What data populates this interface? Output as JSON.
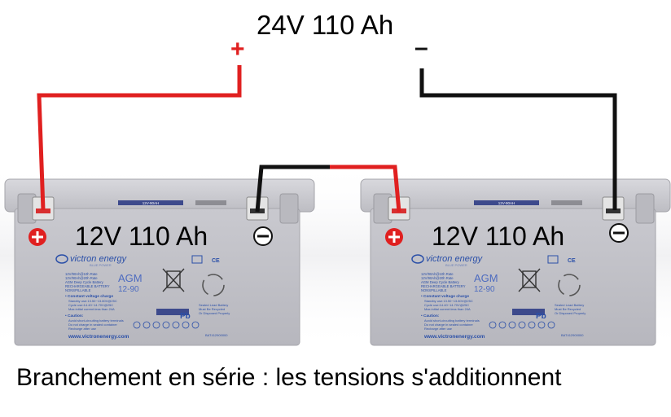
{
  "diagram": {
    "title": "24V 110 Ah",
    "plus_symbol": "+",
    "minus_symbol": "–",
    "caption": "Branchement en série : les tensions s'additionnent",
    "wire_colors": {
      "positive": "#e02020",
      "negative": "#111111"
    }
  },
  "batteries": [
    {
      "caption": "12V 110 Ah",
      "brand": "victron energy",
      "brand_tagline": "BLUE POWER",
      "model": "AGM",
      "model_size": "12-90",
      "lid_tag": "12V-90AH",
      "spec_lines": [
        "12V/90Ah@10h Rate",
        "12V/90Ah@20h Rate",
        "AGM Deep Cycle Battery",
        "RECHARGEABLE BATTERY",
        "NONSPILLABLE"
      ],
      "charge_title": "• Constant voltage charge",
      "charge_lines": [
        "Standby  use:13.50~13.80V@25C",
        "Cycle    use:14.40~14.70V@25C",
        "Max.initial current:less than 24A"
      ],
      "caution_title": "• Caution:",
      "caution_lines": [
        "Avoid short-circuiting battery terminals",
        "Do not charge in sealed container",
        "Recharge after use"
      ],
      "website": "www.victronenergy.com",
      "pb": "Pb",
      "recycle_lines": [
        "Sealed Lead Battery",
        "Must Be Recycled",
        "Or Disposed Properly"
      ],
      "serial": "BAT412900000",
      "ce": "CE"
    },
    {
      "caption": "12V 110 Ah",
      "brand": "victron energy",
      "brand_tagline": "BLUE POWER",
      "model": "AGM",
      "model_size": "12-90",
      "lid_tag": "12V-90AH",
      "spec_lines": [
        "12V/90Ah@10h Rate",
        "12V/90Ah@20h Rate",
        "AGM Deep Cycle Battery",
        "RECHARGEABLE BATTERY",
        "NONSPILLABLE"
      ],
      "charge_title": "• Constant voltage charge",
      "charge_lines": [
        "Standby  use:13.50~13.80V@25C",
        "Cycle    use:14.40~14.70V@25C",
        "Max.initial current:less than 24A"
      ],
      "caution_title": "• Caution:",
      "caution_lines": [
        "Avoid short-circuiting battery terminals",
        "Do not charge in sealed container",
        "Recharge after use"
      ],
      "website": "www.victronenergy.com",
      "pb": "Pb",
      "recycle_lines": [
        "Sealed Lead Battery",
        "Must Be Recycled",
        "Or Disposed Properly"
      ],
      "serial": "BAT412900000",
      "ce": "CE"
    }
  ]
}
